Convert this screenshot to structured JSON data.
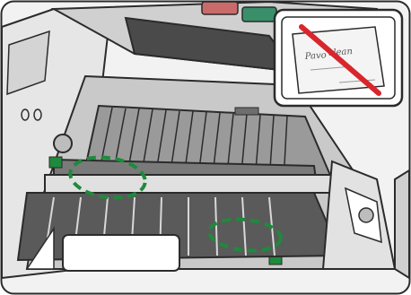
{
  "illustration": {
    "inset_card": {
      "brand_text": "Pavo",
      "brand_text_2": "clean"
    },
    "colors": {
      "highlight_green": "#1e8a3c",
      "prohibition_red": "#d8262c",
      "outline": "#2b2b2b",
      "body_gray": "#bdbdbd",
      "dark_gray": "#6e6e6e"
    },
    "highlight_count": 2,
    "prohibition": true
  }
}
